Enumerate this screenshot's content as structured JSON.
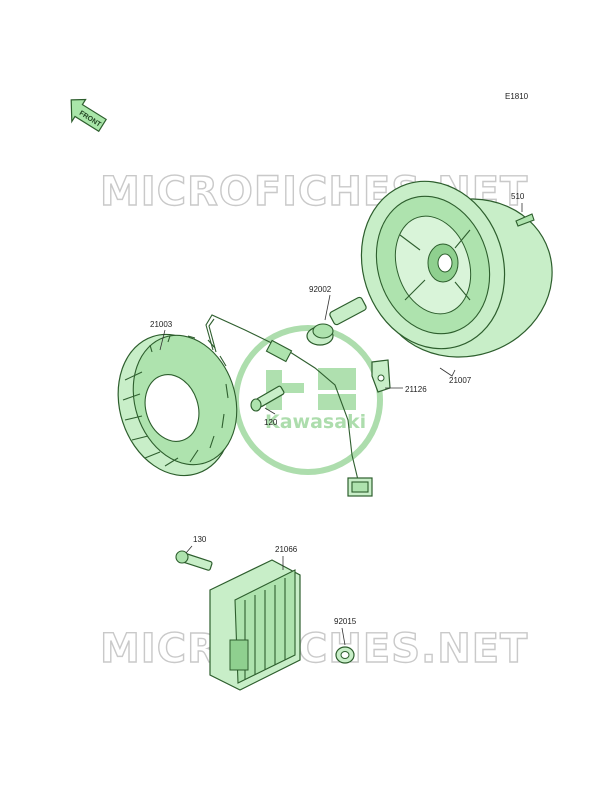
{
  "diagram": {
    "code": "E1810",
    "front_label": "FRONT",
    "watermark": "MICROFICHES.NET",
    "logo_text": "Kawasaki",
    "parts": [
      {
        "id": "p510",
        "label": "510"
      },
      {
        "id": "p92002",
        "label": "92002"
      },
      {
        "id": "p21003",
        "label": "21003"
      },
      {
        "id": "p21126",
        "label": "21126"
      },
      {
        "id": "p21007",
        "label": "21007"
      },
      {
        "id": "p120",
        "label": "120"
      },
      {
        "id": "p130",
        "label": "130"
      },
      {
        "id": "p21066",
        "label": "21066"
      },
      {
        "id": "p92015",
        "label": "92015"
      }
    ],
    "colors": {
      "part_fill": "#c8eec8",
      "part_outline": "#2d5e2d",
      "logo": "#8fd08f",
      "watermark": "#c9c9c9"
    }
  }
}
